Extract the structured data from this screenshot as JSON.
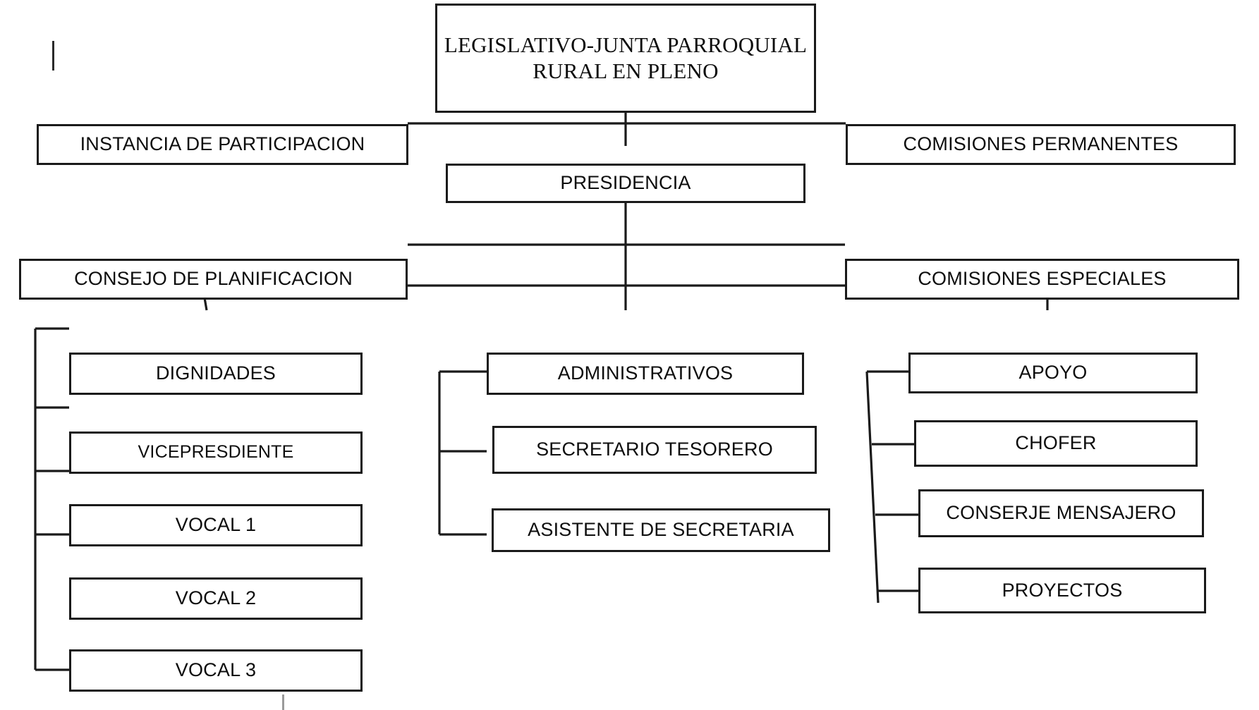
{
  "diagram": {
    "title": "LEGISLATIVO-JUNTA PARROQUIAL RURAL EN PLENO",
    "type": "organizational-chart",
    "line_color": "#1a1a1a",
    "box_fill": "#ffffff",
    "text_color": "#0d0d0d"
  },
  "nodes": {
    "root": "LEGISLATIVO-JUNTA PARROQUIAL RURAL EN PLENO",
    "instancia_participacion": "INSTANCIA DE PARTICIPACION",
    "comisiones_permanentes": "COMISIONES PERMANENTES",
    "presidencia": "PRESIDENCIA",
    "consejo_planificacion": "CONSEJO DE PLANIFICACION",
    "comisiones_especiales": "COMISIONES ESPECIALES",
    "dignidades": "DIGNIDADES",
    "vicepresidente": "VICEPRESDIENTE",
    "vocal_1": "VOCAL 1",
    "vocal_2": "VOCAL 2",
    "vocal_3": "VOCAL 3",
    "administrativos": "ADMINISTRATIVOS",
    "secretario_tesorero": "SECRETARIO TESORERO",
    "asistente_secretaria": "ASISTENTE DE SECRETARIA",
    "apoyo": "APOYO",
    "chofer": "CHOFER",
    "conserje_mensajero": "CONSERJE MENSAJERO",
    "proyectos": "PROYECTOS"
  },
  "hierarchy": {
    "root_children": [
      "instancia_participacion",
      "comisiones_permanentes",
      "presidencia"
    ],
    "presidencia_children": [
      "consejo_planificacion",
      "comisiones_especiales",
      "dignidades",
      "administrativos",
      "apoyo"
    ],
    "dignidades_children": [
      "vicepresidente",
      "vocal_1",
      "vocal_2",
      "vocal_3"
    ],
    "administrativos_children": [
      "secretario_tesorero",
      "asistente_secretaria"
    ],
    "apoyo_children": [
      "chofer",
      "conserje_mensajero",
      "proyectos"
    ]
  }
}
